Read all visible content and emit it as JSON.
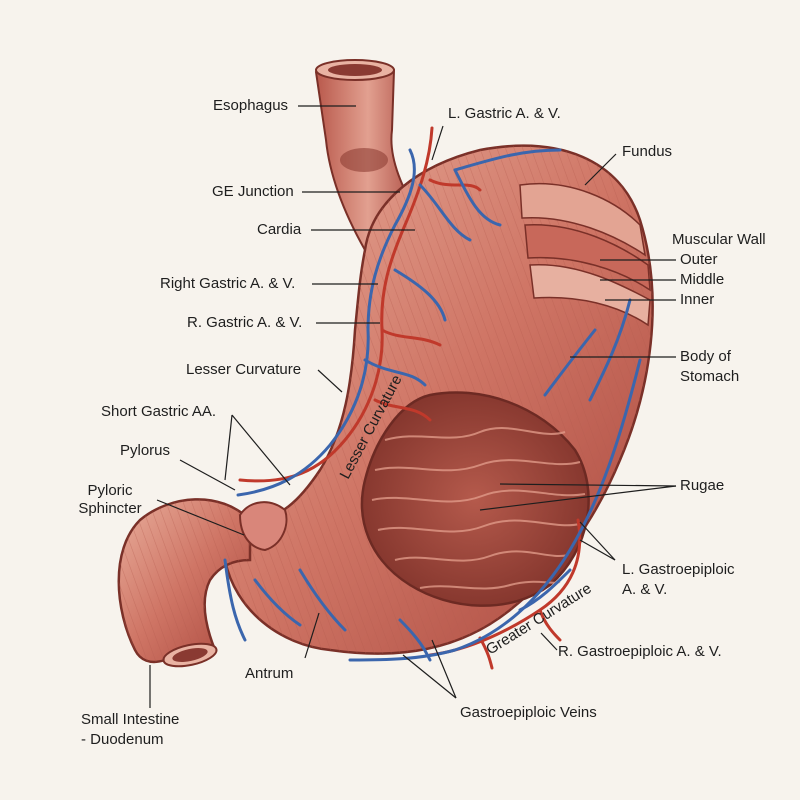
{
  "colors": {
    "background": "#f7f3ed",
    "tissue": "#c9695c",
    "tissue_light": "#e7a997",
    "tissue_dark": "#8a3a32",
    "artery": "#c0392b",
    "vein": "#3b66ad",
    "leader": "#1e1e1e"
  },
  "labels": {
    "esophagus": "Esophagus",
    "l_gastric": "L. Gastric A. & V.",
    "fundus": "Fundus",
    "ge_junction": "GE Junction",
    "cardia": "Cardia",
    "muscular_wall": "Muscular Wall",
    "outer": "Outer",
    "middle": "Middle",
    "inner": "Inner",
    "right_gastric": "Right Gastric A. & V.",
    "r_gastric": "R. Gastric A. & V.",
    "body_of_stomach": [
      "Body of",
      "Stomach"
    ],
    "lesser_curvature": "Lesser Curvature",
    "short_gastric": "Short Gastric AA.",
    "pylorus": "Pylorus",
    "pyloric_sphincter": [
      "Pyloric",
      "Sphincter"
    ],
    "rugae": "Rugae",
    "l_gastroepiploic": [
      "L. Gastroepiploic",
      "A. & V."
    ],
    "greater_curvature": "Greater Curvature",
    "r_gastroepiploic": "R. Gastroepiploic A. & V.",
    "antrum": "Antrum",
    "small_intestine": [
      "Small Intestine",
      "- Duodenum"
    ],
    "gastroepiploic_veins": "Gastroepiploic Veins"
  }
}
